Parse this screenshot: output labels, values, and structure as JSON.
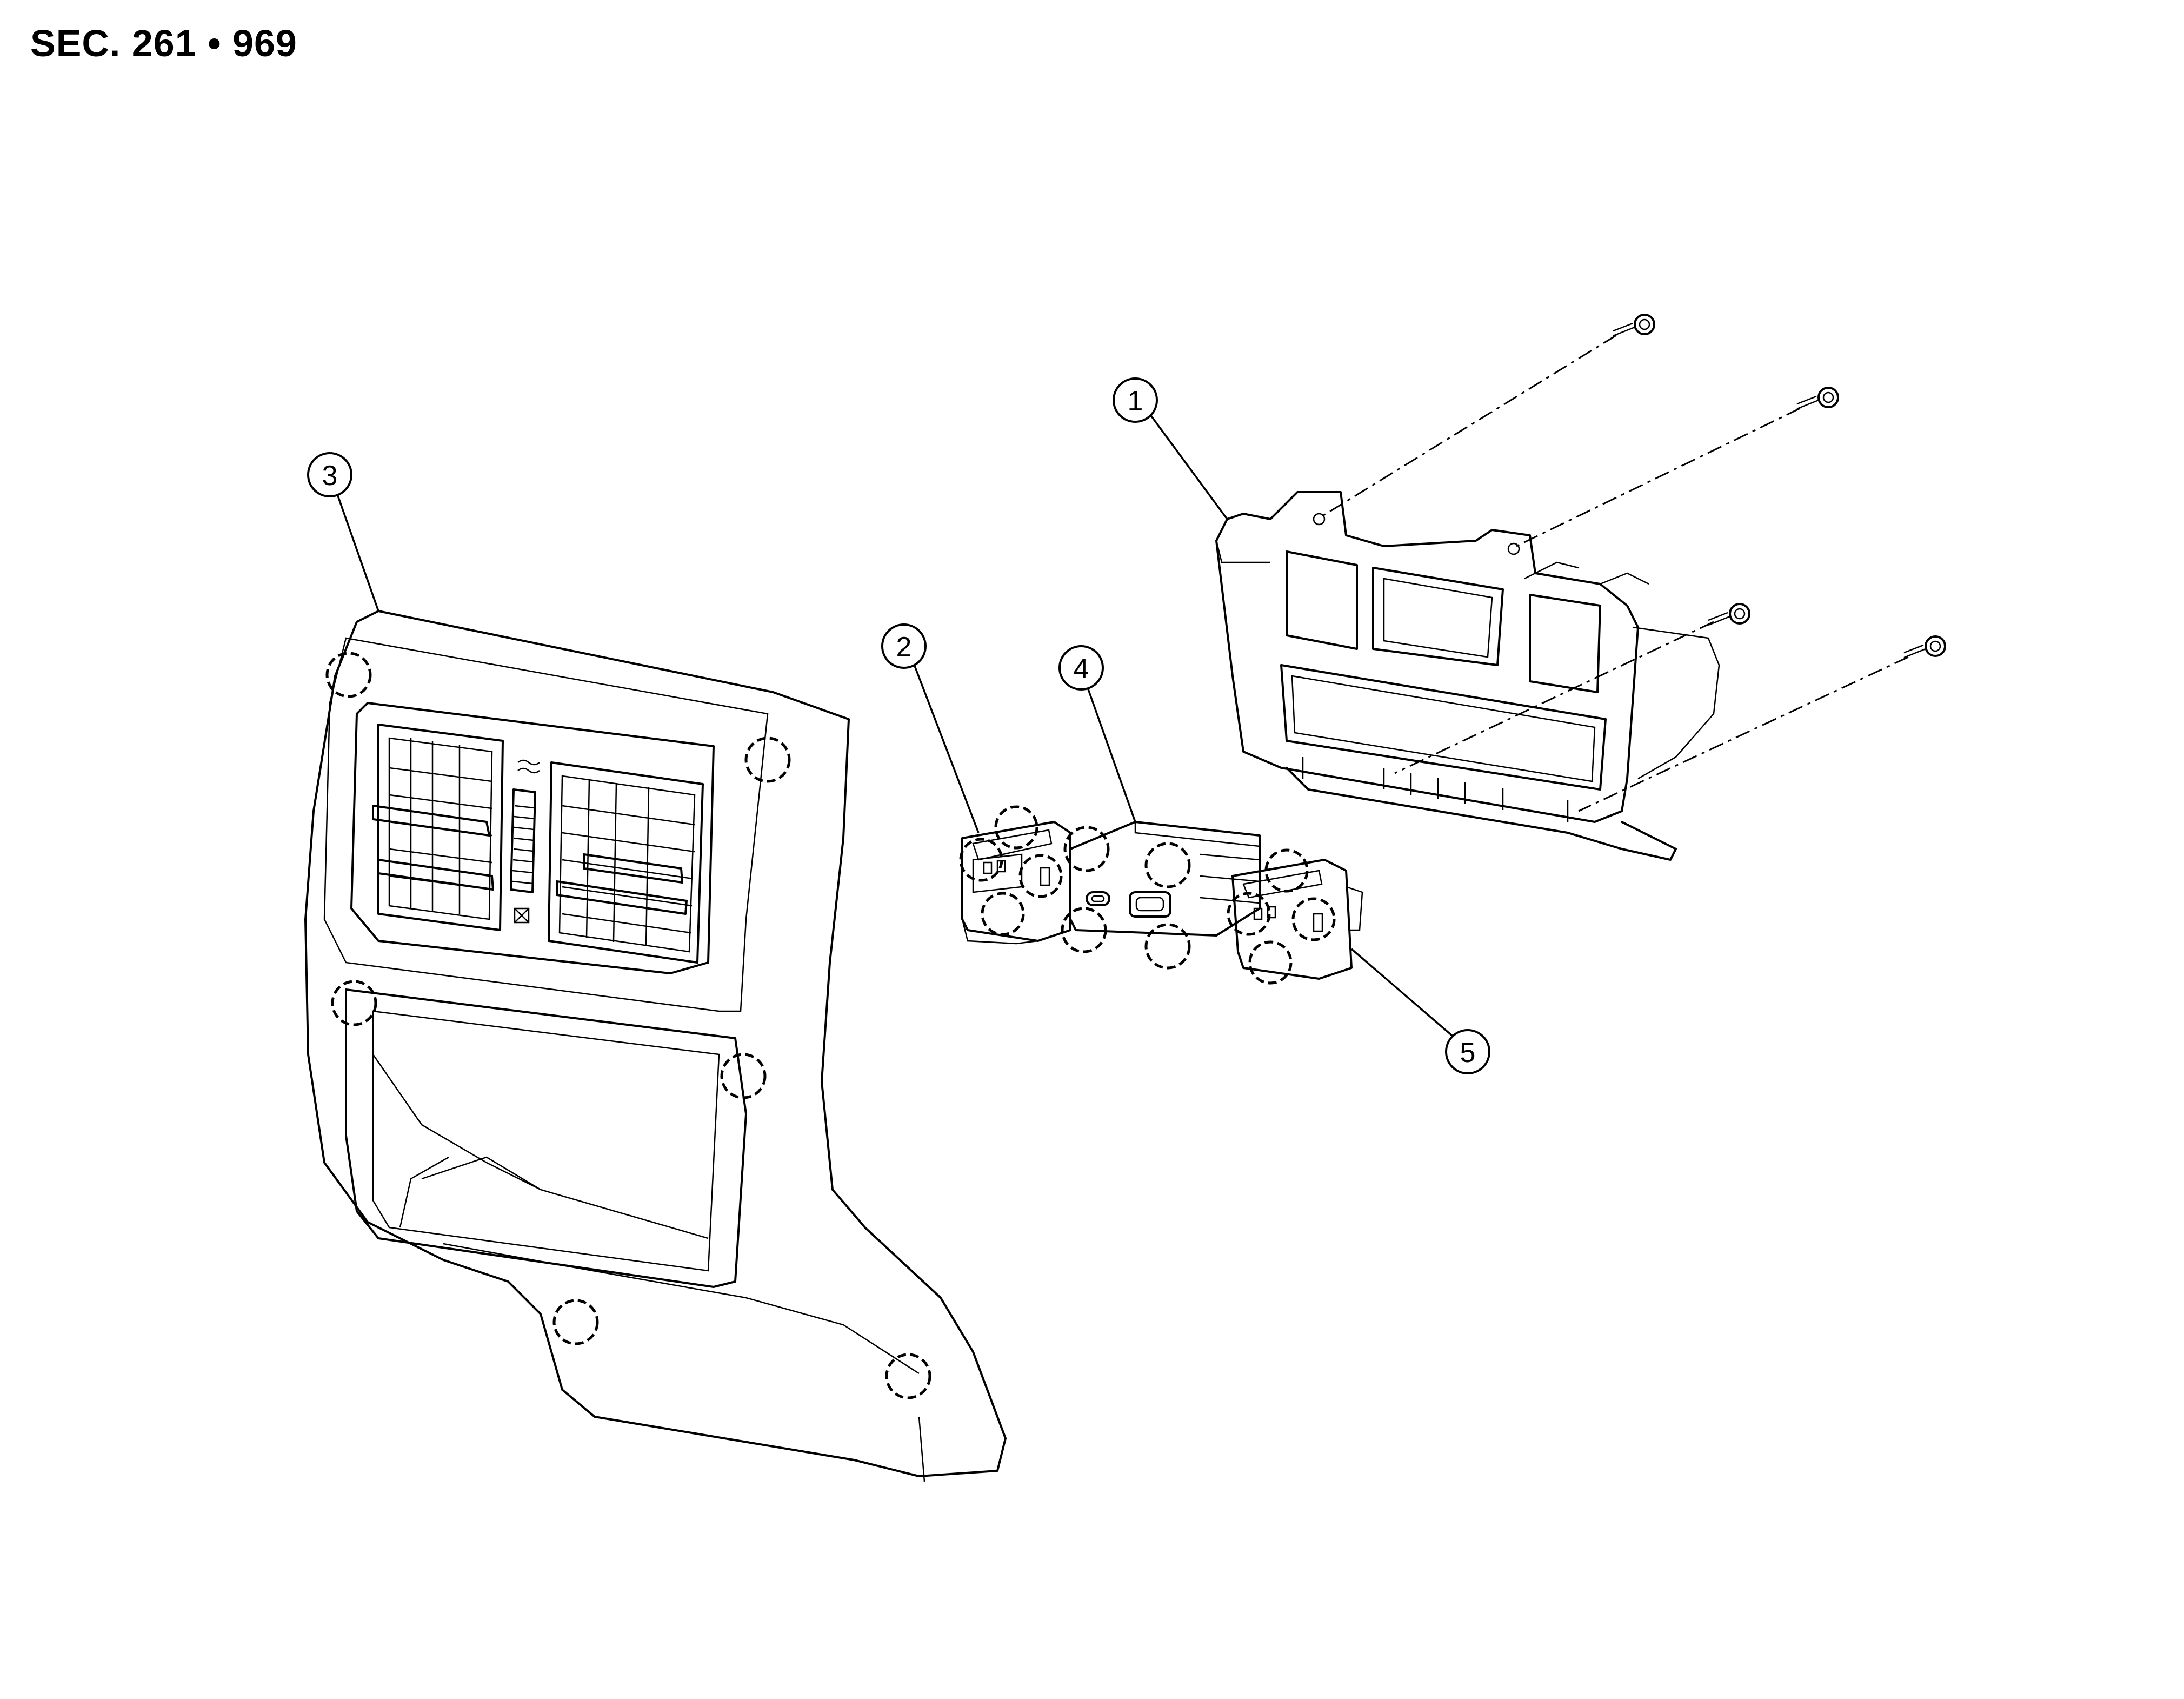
{
  "header": {
    "section_label": "SEC. 261 • 969"
  },
  "callouts": [
    {
      "id": "1",
      "text": "1"
    },
    {
      "id": "2",
      "text": "2"
    },
    {
      "id": "3",
      "text": "3"
    },
    {
      "id": "4",
      "text": "4"
    },
    {
      "id": "5",
      "text": "5"
    }
  ]
}
